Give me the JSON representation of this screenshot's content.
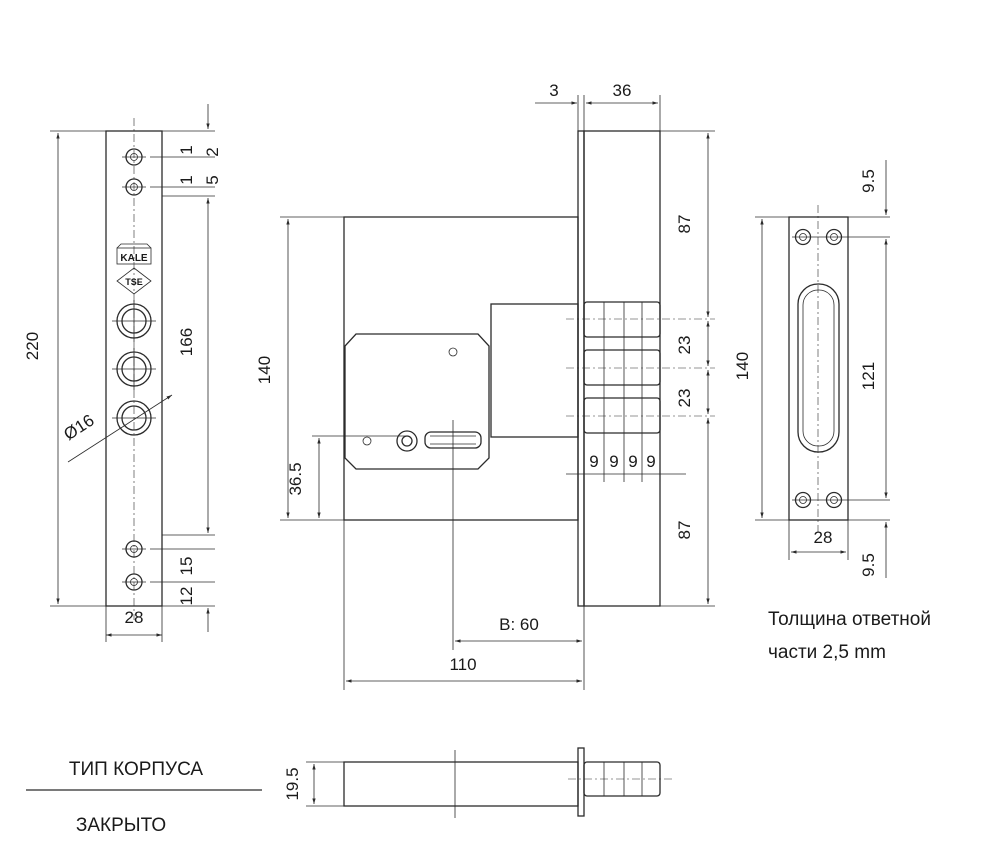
{
  "faceplate": {
    "height": "220",
    "inner_height": "166",
    "width": "28",
    "hole_diameter": "Ø16",
    "top_d1": "1",
    "top_d2": "2",
    "top_d3": "1",
    "top_d4": "5",
    "bottom_d1": "15",
    "bottom_d2": "12",
    "logo_top": "KALE",
    "logo_bottom": "TSE"
  },
  "body": {
    "thickness_plate": "3",
    "thickness_bolts": "36",
    "upper_dist": "87",
    "lower_dist": "87",
    "bolt_spacing_1": "23",
    "bolt_spacing_2": "23",
    "height": "140",
    "spindle_height": "36.5",
    "backset": "B: 60",
    "width": "110",
    "bolt_depths": [
      "9",
      "9",
      "9",
      "9"
    ]
  },
  "strike": {
    "top_offset": "9.5",
    "bottom_offset": "9.5",
    "height": "140",
    "slot_length": "121",
    "width": "28",
    "note_line1": "Толщина ответной",
    "note_line2": "части  2,5 mm"
  },
  "case_type": {
    "label": "ТИП КОРПУСА",
    "value": "ЗАКРЫТО",
    "thickness": "19.5"
  }
}
